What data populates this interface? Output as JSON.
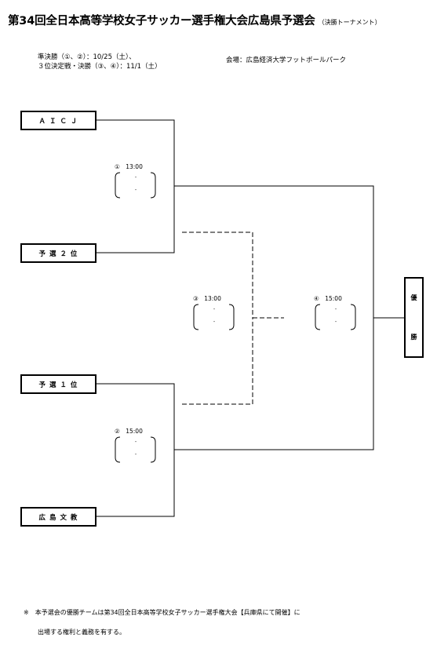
{
  "title": {
    "main": "第34回全日本高等学校女子サッカー選手権大会広島県予選会",
    "sub": "（決勝トーナメント）"
  },
  "schedule": {
    "line1": "準決勝（①、②）：10/25（土）、",
    "line2": "３位決定戦・決勝（③、④）：11/1（土）"
  },
  "venue": "会場：広島経済大学フットボールパーク",
  "teams": [
    {
      "id": "aicj",
      "name": "Ａ Ｉ Ｃ Ｊ"
    },
    {
      "id": "qual2",
      "name": "予 選 ２ 位"
    },
    {
      "id": "qual1",
      "name": "予 選 １ 位"
    },
    {
      "id": "hiroshima-bunkyo",
      "name": "広 島 文 教"
    }
  ],
  "matches": [
    {
      "label": "①　13:00",
      "score_top": "-",
      "score_bottom": "-"
    },
    {
      "label": "②　15:00",
      "score_top": "-",
      "score_bottom": "-"
    },
    {
      "label": "③　13:00",
      "score_top": "-",
      "score_bottom": "-"
    },
    {
      "label": "④　15:00",
      "score_top": "-",
      "score_bottom": "-"
    }
  ],
  "winner": {
    "char1": "優",
    "char2": "勝"
  },
  "notes": {
    "line1": "※　本予選会の優勝チームは第34回全日本高等学校女子サッカー選手権大会【兵庫県にて開催】に",
    "line2": "出場する権利と義務を有する。"
  }
}
